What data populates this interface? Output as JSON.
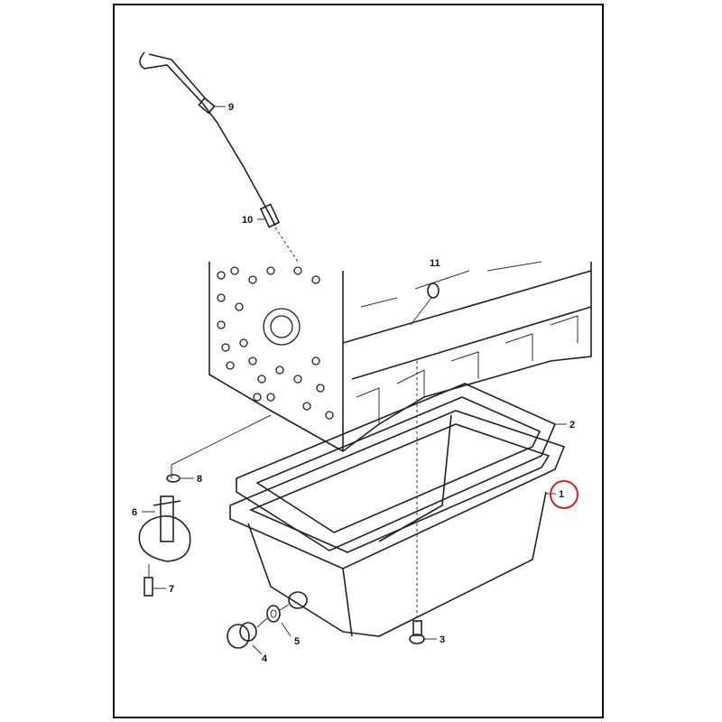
{
  "diagram": {
    "title": "Oil pan assembly exploded view",
    "callouts": [
      {
        "id": "9",
        "label": "9"
      },
      {
        "id": "10",
        "label": "10"
      },
      {
        "id": "11",
        "label": "11"
      },
      {
        "id": "2",
        "label": "2"
      },
      {
        "id": "1",
        "label": "1",
        "highlighted": true
      },
      {
        "id": "8",
        "label": "8"
      },
      {
        "id": "6",
        "label": "6"
      },
      {
        "id": "7",
        "label": "7"
      },
      {
        "id": "5",
        "label": "5"
      },
      {
        "id": "4",
        "label": "4"
      },
      {
        "id": "3",
        "label": "3"
      }
    ],
    "highlight_color": "#d42020"
  }
}
